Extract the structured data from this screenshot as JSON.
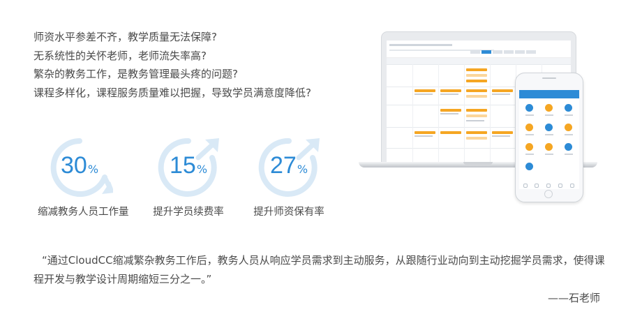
{
  "pain_points": [
    "师资水平参差不齐，教学质量无法保障?",
    "无系统性的关怀老师，老师流失率高?",
    "繁杂的教务工作，是教务管理最头疼的问题?",
    "课程多样化，课程服务质量难以把握，导致学员满意度降低?"
  ],
  "stats": [
    {
      "value": "30",
      "unit": "%",
      "label": "缩减教务人员工作量",
      "direction": "down"
    },
    {
      "value": "15",
      "unit": "%",
      "label": "提升学员续费率",
      "direction": "up"
    },
    {
      "value": "27",
      "unit": "%",
      "label": "提升师资保有率",
      "direction": "up"
    }
  ],
  "quote": {
    "text": "“通过CloudCC缩减繁杂教务工作后，教务人员从响应学员需求到主动服务，从跟随行业动向到主动挖掘学员需求，使得课程开发与教学设计周期缩短三分之一。”",
    "author": "——石老师"
  },
  "colors": {
    "accent": "#2d8bd6",
    "ring": "#d9e9f6",
    "event": "#f5a623",
    "text": "#4a4a4a"
  }
}
